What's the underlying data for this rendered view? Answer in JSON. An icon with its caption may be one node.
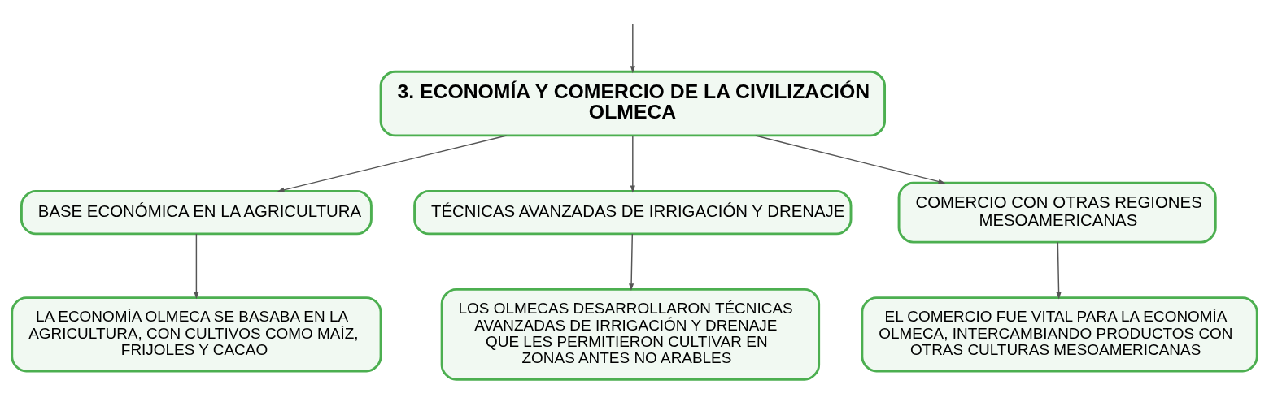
{
  "diagram": {
    "nodes": [
      {
        "text": [
          "3. ECONOMÍA Y COMERCIO DE LA CIVILIZACIÓN OLMECA"
        ]
      },
      {
        "text": [
          "BASE ECONÓMICA EN LA AGRICULTURA"
        ]
      },
      {
        "text": [
          "TÉCNICAS AVANZADAS DE IRRIGACIÓN Y DRENAJE"
        ]
      },
      {
        "text": [
          "COMERCIO CON OTRAS REGIONES MESOAMERICANAS"
        ]
      },
      {
        "text": [
          "LA ECONOMÍA OLMECA SE BASABA EN LA AGRICULTURA, CON CULTIVOS COMO MAÍZ, FRIJOLES Y CACAO"
        ]
      },
      {
        "text": [
          "LOS OLMECAS DESARROLLARON TÉCNICAS AVANZADAS DE IRRIGACIÓN Y DRENAJE QUE LES PERMITIERON CULTIVAR EN ZONAS ANTES NO ARABLES"
        ]
      },
      {
        "text": [
          "EL COMERCIO FUE VITAL PARA LA ECONOMÍA OLMECA, INTERCAMBIANDO PRODUCTOS CON OTRAS CULTURAS MESOAMERICANAS"
        ]
      }
    ],
    "edges": [
      {
        "from": null,
        "to": 0,
        "arrow": "to"
      },
      {
        "from": 0,
        "to": 1,
        "arrow": "to"
      },
      {
        "from": 0,
        "to": 2,
        "arrow": "to"
      },
      {
        "from": 0,
        "to": 3,
        "arrow": "to"
      },
      {
        "from": 1,
        "to": 4,
        "arrow": "to"
      },
      {
        "from": 2,
        "to": 5,
        "arrow": "to"
      },
      {
        "from": 3,
        "to": 6,
        "arrow": "to"
      }
    ]
  }
}
